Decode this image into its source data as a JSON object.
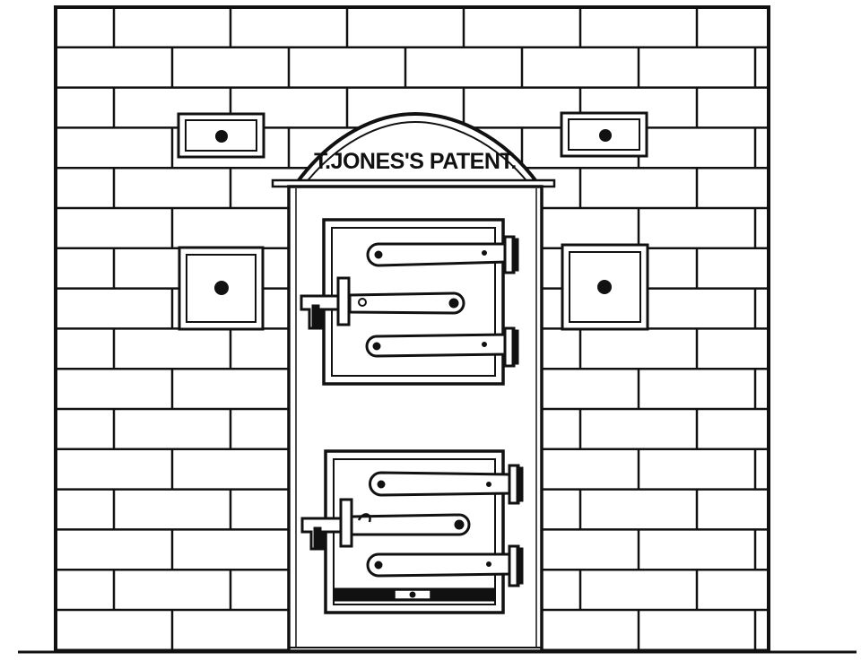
{
  "plate": {
    "text": "T.JONES'S PATENT."
  },
  "colors": {
    "ink": "#111111",
    "paper": "#ffffff"
  },
  "parts": {
    "brick_wall": "brick-wall",
    "vent_top_left": "square-vent-top-left",
    "vent_top_right": "square-vent-top-right",
    "vent_mid_left": "square-vent-mid-left",
    "vent_mid_right": "square-vent-mid-right",
    "upper_door": "furnace-door-upper",
    "lower_door": "furnace-door-lower"
  }
}
